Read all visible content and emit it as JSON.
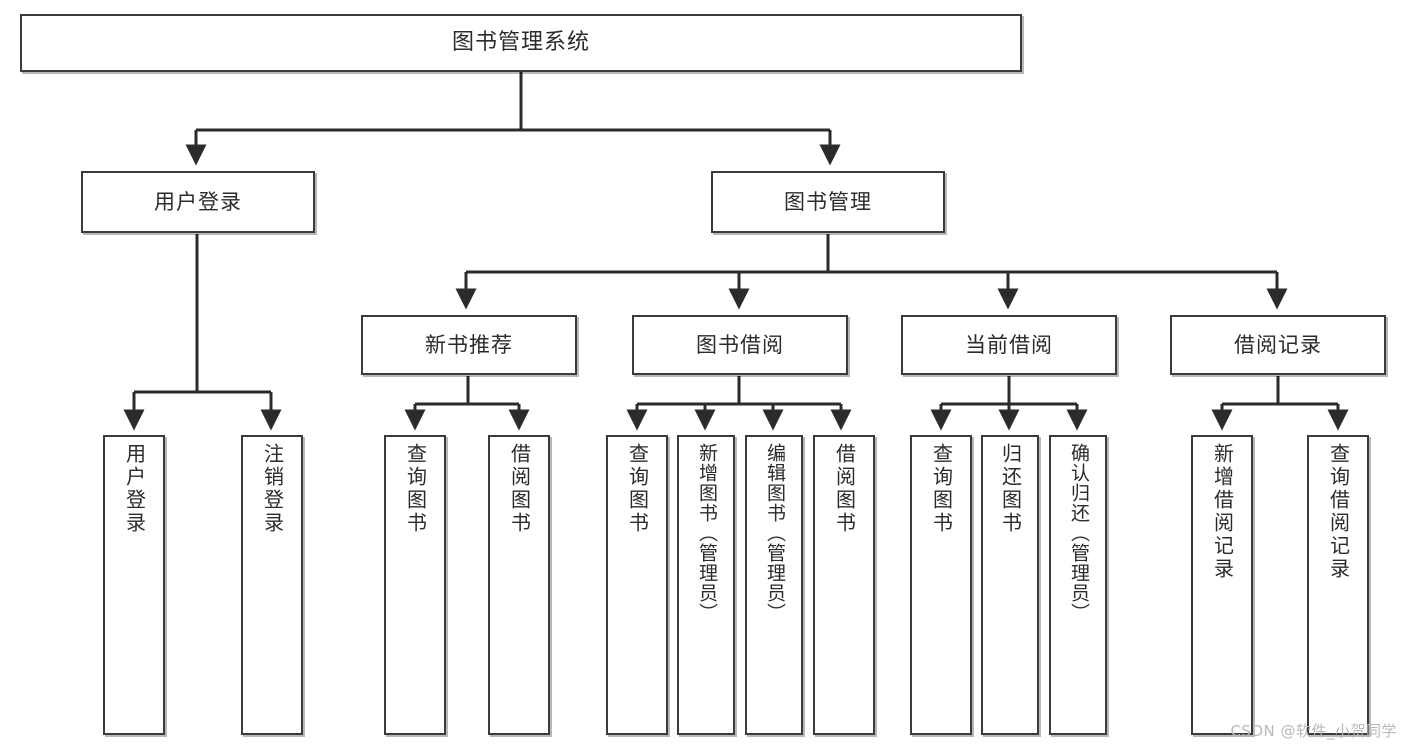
{
  "diagram": {
    "type": "tree-hierarchy",
    "root": {
      "id": "root",
      "label": "图书管理系统"
    },
    "level2": [
      {
        "id": "user-login",
        "label": "用户登录"
      },
      {
        "id": "book-manage",
        "label": "图书管理"
      }
    ],
    "level3": [
      {
        "id": "new-book-rec",
        "label": "新书推荐"
      },
      {
        "id": "book-borrow",
        "label": "图书借阅"
      },
      {
        "id": "current-borrow",
        "label": "当前借阅"
      },
      {
        "id": "borrow-record",
        "label": "借阅记录"
      }
    ],
    "leaves": {
      "user-login": [
        {
          "id": "leaf-user-login",
          "label": "用户登录"
        },
        {
          "id": "leaf-user-logout",
          "label": "注销登录"
        }
      ],
      "new-book-rec": [
        {
          "id": "leaf-query-book-1",
          "label": "查询图书"
        },
        {
          "id": "leaf-borrow-book-1",
          "label": "借阅图书"
        }
      ],
      "book-borrow": [
        {
          "id": "leaf-query-book-2",
          "label": "查询图书"
        },
        {
          "id": "leaf-add-book",
          "label": "新增图书（管理员）"
        },
        {
          "id": "leaf-edit-book",
          "label": "编辑图书（管理员）"
        },
        {
          "id": "leaf-borrow-book-2",
          "label": "借阅图书"
        }
      ],
      "current-borrow": [
        {
          "id": "leaf-query-book-3",
          "label": "查询图书"
        },
        {
          "id": "leaf-return-book",
          "label": "归还图书"
        },
        {
          "id": "leaf-confirm-return",
          "label": "确认归还（管理员）"
        }
      ],
      "borrow-record": [
        {
          "id": "leaf-add-record",
          "label": "新增借阅记录"
        },
        {
          "id": "leaf-query-record",
          "label": "查询借阅记录"
        }
      ]
    }
  },
  "watermark": {
    "text": "CSDN @软件_小贺同学"
  },
  "colors": {
    "box_border": "#3b3b3b",
    "box_fill": "#ffffff",
    "connector": "#2b2b2b",
    "text": "#2b2b2b",
    "watermark": "#b9b9b9",
    "background": "#ffffff"
  }
}
